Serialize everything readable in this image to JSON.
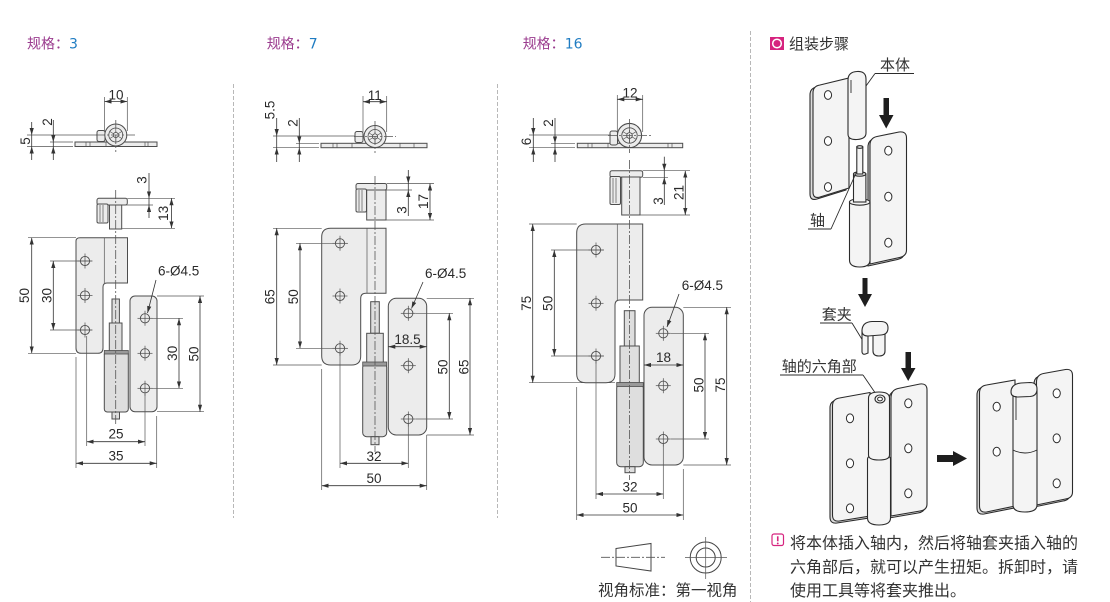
{
  "colors": {
    "spec_label": "#9a3b8e",
    "spec_value": "#1f7cc2",
    "accent": "#d6247f",
    "drawing_line": "#3a3a3a",
    "part_fill": "#ececec",
    "text": "#333333"
  },
  "specs": [
    {
      "label": "规格：",
      "value": "3",
      "top_view": {
        "knuckle_width": "10",
        "overall_height": "5",
        "plate_thickness": "2"
      },
      "side_view": {
        "clip_offset": "3",
        "clip_height": "13",
        "left_leaf_height": "50",
        "left_hole_pitch": "30",
        "right_leaf_height": "50",
        "right_hole_pitch": "30",
        "hole_callout": "6-Ø4.5",
        "hole_span": "25",
        "overall_width": "35"
      }
    },
    {
      "label": "规格：",
      "value": "7",
      "top_view": {
        "knuckle_width": "11",
        "overall_height": "5.5",
        "plate_thickness": "2"
      },
      "side_view": {
        "clip_offset": "3",
        "clip_height": "17",
        "left_leaf_height": "65",
        "left_hole_pitch": "50",
        "right_leaf_height": "65",
        "right_hole_pitch": "50",
        "right_leaf_width": "18.5",
        "hole_callout": "6-Ø4.5",
        "hole_span": "32",
        "overall_width": "50"
      }
    },
    {
      "label": "规格：",
      "value": "16",
      "top_view": {
        "knuckle_width": "12",
        "overall_height": "6",
        "plate_thickness": "2"
      },
      "side_view": {
        "clip_offset": "3",
        "clip_height": "21",
        "left_leaf_height": "75",
        "left_hole_pitch": "50",
        "right_leaf_height": "75",
        "right_hole_pitch": "50",
        "right_leaf_width": "18",
        "hole_callout": "6-Ø4.5",
        "hole_span": "32",
        "overall_width": "50"
      }
    }
  ],
  "projection": {
    "label": "视角标准：第一视角",
    "icons": [
      "truncated-cone-icon",
      "concentric-circles-icon"
    ]
  },
  "assembly": {
    "title": "组装步骤",
    "title_icon": "circle-badge-icon",
    "labels": {
      "body": "本体",
      "shaft": "轴",
      "clip": "套夹",
      "hex_part": "轴的六角部"
    },
    "note_icon": "exclamation-icon",
    "note_lines": [
      "将本体插入轴内，然后将轴套夹插入轴的",
      "六角部后，就可以产生扭矩。拆卸时，请",
      "使用工具等将套夹推出。"
    ]
  }
}
